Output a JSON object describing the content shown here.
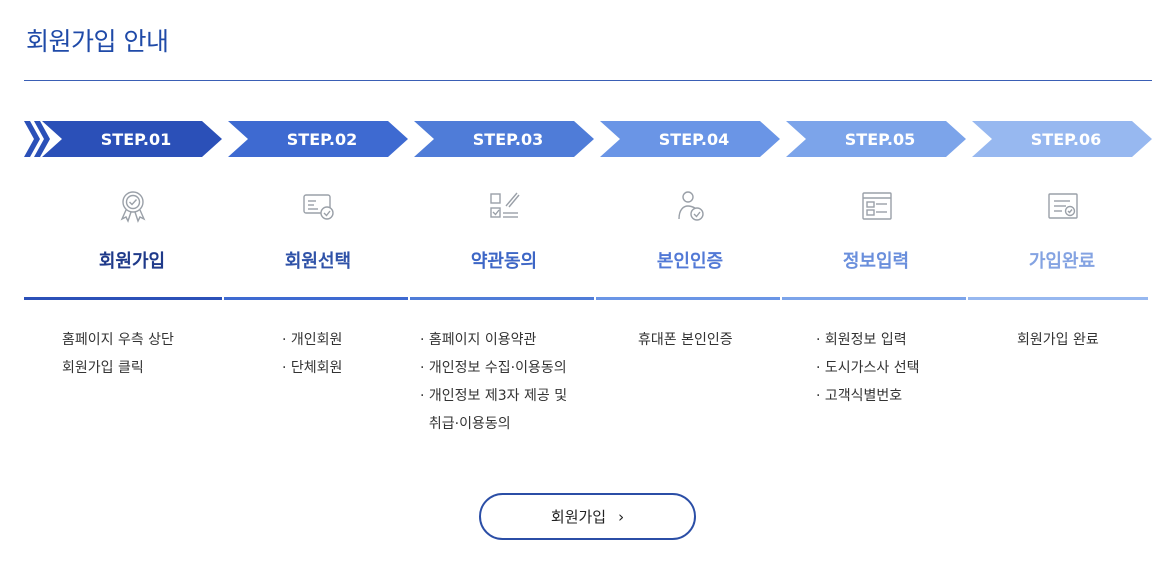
{
  "page": {
    "title": "회원가입 안내"
  },
  "steps": [
    {
      "label": "STEP.01",
      "name": "회원가입",
      "color": "#2b50b8",
      "name_color": "#1f3a8a",
      "lines": [
        "홈페이지 우측 상단",
        "회원가입 클릭"
      ],
      "icon": "award-icon"
    },
    {
      "label": "STEP.02",
      "name": "회원선택",
      "color": "#3e6ad1",
      "name_color": "#2f52a8",
      "lines": [
        "· 개인회원",
        "· 단체회원"
      ],
      "icon": "id-card-check-icon"
    },
    {
      "label": "STEP.03",
      "name": "약관동의",
      "color": "#4f7cd8",
      "name_color": "#3d66c6",
      "lines": [
        "· 홈페이지 이용약관",
        "· 개인정보 수집·이용동의",
        "· 개인정보 제3자 제공 및",
        "  취급·이용동의"
      ],
      "icon": "agreement-checklist-icon"
    },
    {
      "label": "STEP.04",
      "name": "본인인증",
      "color": "#6a95e6",
      "name_color": "#5279d6",
      "lines": [
        "휴대폰 본인인증"
      ],
      "icon": "user-verify-icon"
    },
    {
      "label": "STEP.05",
      "name": "정보입력",
      "color": "#7ca4ea",
      "name_color": "#6a8fdc",
      "lines": [
        "· 회원정보 입력",
        "· 도시가스사 선택",
        "· 고객식별번호"
      ],
      "icon": "form-window-icon"
    },
    {
      "label": "STEP.06",
      "name": "가입완료",
      "color": "#97b8f0",
      "name_color": "#84a3e2",
      "lines": [
        "회원가입 완료"
      ],
      "icon": "document-check-icon"
    }
  ],
  "button": {
    "label": "회원가입",
    "chevron": "›"
  }
}
